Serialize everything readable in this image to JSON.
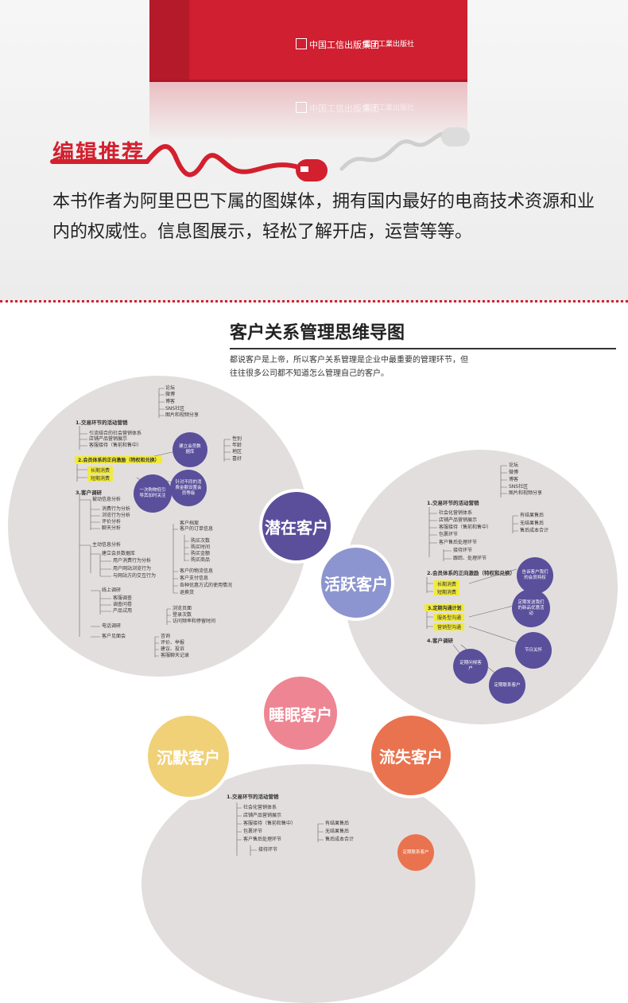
{
  "book": {
    "publisher": "中国工信出版集团",
    "publisher2": "電子工業出版社"
  },
  "recommend": {
    "title": "编辑推荐",
    "text": "本书作者为阿里巴巴下属的图媒体，拥有国内最好的电商技术资源和业内的权威性。信息图展示，轻松了解开店，运营等等。"
  },
  "mindmap": {
    "title": "客户关系管理思维导图",
    "desc": "都说客户是上帝，所以客户关系管理是企业中最重要的管理环节，但往往很多公司都不知道怎么管理自己的客户。",
    "balls": [
      "潜在客户",
      "活跃客户",
      "睡眠客户",
      "沉默客户",
      "流失客户"
    ],
    "colors": {
      "potential": "#5b4f9c",
      "active": "#8c95cf",
      "sleep": "#ee8593",
      "silent": "#f0d178",
      "lost": "#e9734f"
    },
    "left": {
      "top_list": [
        "论坛",
        "微博",
        "博客",
        "SNS社区",
        "图片和视频分享"
      ],
      "s1": "1.交易环节的活动营销",
      "s1_items": [
        "引流结合的社会营销体系",
        "店铺产品营销展示",
        "客服接待（售前和售中）"
      ],
      "s2": "2.会员体系的正向激励（特权和兑换）",
      "tags": [
        "长期消费",
        "短期消费"
      ],
      "s3": "3.客户调研",
      "passive": "被动信息分析",
      "passive_items": [
        "消费行为分析",
        "浏览行为分析",
        "评价分析",
        "聊天分析"
      ],
      "active": "主动信息分析",
      "active_items": [
        "建立会员数据库",
        "用户消费行为分析",
        "用户网站浏览行为",
        "与网站方的交互行为"
      ],
      "online": "线上调研",
      "online_items": [
        "客服调查",
        "调查问卷",
        "产品试用"
      ],
      "phone": "电话调研",
      "party": "客户见面会",
      "right_list": [
        "性别",
        "年龄",
        "地区",
        "喜好"
      ],
      "archive": "客户档案",
      "orders": "客户的订单信息",
      "order_items": [
        "购买次数",
        "购买时间",
        "购买金额",
        "购买商品"
      ],
      "contact": "客户的物流信息",
      "pay": "客户支付信息",
      "promo": "各种优惠方式的使用情况",
      "ret": "退换货",
      "browse": [
        "浏览页面",
        "登录次数",
        "访问频率和停留时间"
      ],
      "consult": [
        "咨询",
        "评价、举报",
        "建议、投诉",
        "客服聊天记录"
      ],
      "bub1": "建立会员数据库",
      "bub2": "一次购物低引导其加时关注",
      "bub3": "针对不同的消费金额设置会员等级"
    },
    "right": {
      "top_list": [
        "论坛",
        "微博",
        "博客",
        "SNS社区",
        "图片和视频分享"
      ],
      "s1": "1.交易环节的活动营销",
      "s1_items": [
        "社会化营销体系",
        "店铺产品营销展示",
        "客服接待（售前和售中）",
        "包裹环节",
        "客户售后处理环节"
      ],
      "sub_items": [
        "接待环节",
        "跟踪、处理环节"
      ],
      "after": [
        "有结果售后",
        "无结果售后",
        "售后成本合计"
      ],
      "s2": "2.会员体系的正向激励（特权和兑换）",
      "tags": [
        "长期消费",
        "短期消费"
      ],
      "s3": "3.定期沟通计划",
      "tags2": [
        "服务型沟通",
        "营销型沟通"
      ],
      "s4": "4.客户调研",
      "bubs": [
        "告诉客户我们的会员特权",
        "定期发送我们的新品优惠活动",
        "节日关怀",
        "定期问候客户",
        "定期联系客户"
      ]
    },
    "bottom": {
      "s1": "1.交易环节的活动营销",
      "items": [
        "社会化营销体系",
        "店铺产品营销展示",
        "客服接待（售前和售中）",
        "包裹环节",
        "客户售后处理环节",
        "接待环节"
      ],
      "after": [
        "有结果售后",
        "无结果售后",
        "售后成本合计"
      ],
      "bub": "定期联系客户"
    }
  }
}
